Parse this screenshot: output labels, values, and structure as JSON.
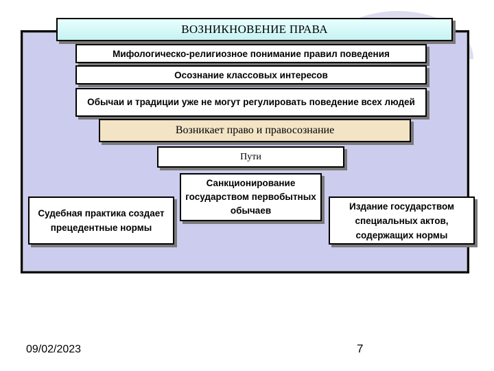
{
  "diagram": {
    "title": "ВОЗНИКНОВЕНИЕ ПРАВА",
    "steps": [
      "Мифологическо-религиозное понимание правил  поведения",
      "Осознание классовых интересов",
      "Обычаи и традиции уже не могут регулировать поведение всех людей"
    ],
    "result": "Возникает право и правосознание",
    "paths_label": "Пути",
    "paths": {
      "center": "Санкционирование государством первобытных обычаев",
      "left": "Судебная практика создает прецедентные нормы",
      "right": "Издание государством специальных актов, содержащих нормы"
    }
  },
  "footer": {
    "date": "09/02/2023",
    "page": "7"
  },
  "colors": {
    "panel": "#ccccee",
    "title_fill": "#c6f2f2",
    "result_fill": "#f3e4c6"
  }
}
